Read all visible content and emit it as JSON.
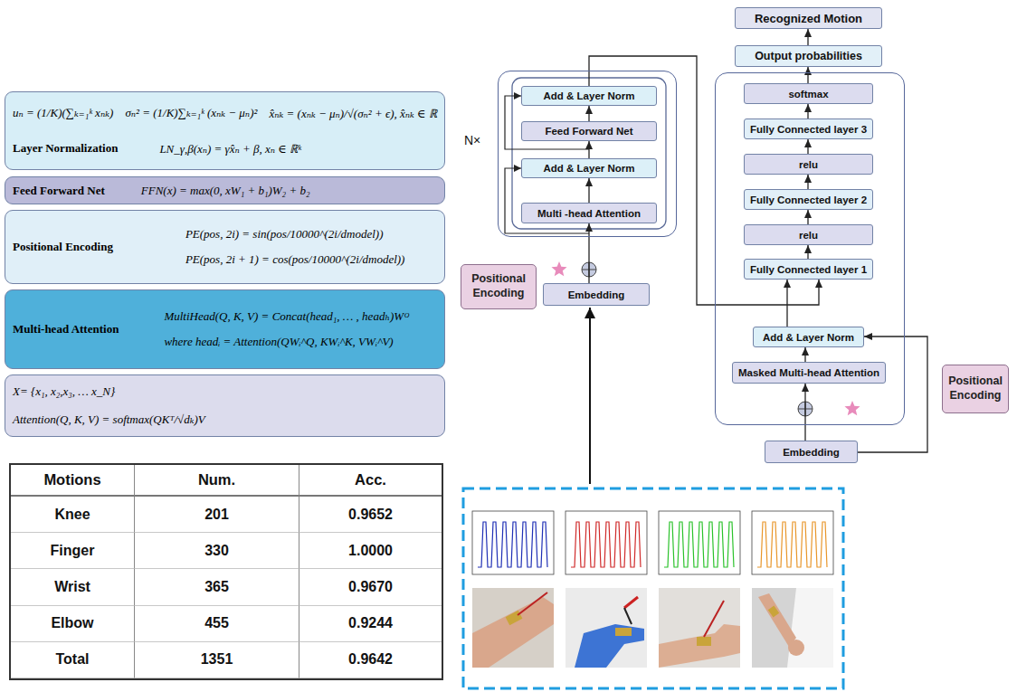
{
  "diagram": {
    "nodes": [
      {
        "text": [
          "uₙ = (1/K)(∑ₖ₌₁ᵏ xₙₖ)",
          "σₙ² = (1/K)∑ₖ₌₁ᵏ (xₙₖ − μₙ)²",
          "x̂ₙₖ = (xₙₖ − μₙ)/√(σₙ² + ϵ), x̂ₙₖ ∈ ℝ",
          "Layer Normalization",
          "LN_γ,β(xₙ) = γx̂ₙ + β, xₙ ∈ ℝᵏ"
        ]
      },
      {
        "text": [
          "Feed Forward Net",
          "FFN(x) = max(0, xW₁ + b₁)W₂ + b₂"
        ]
      },
      {
        "text": [
          "Positional Encoding",
          "PE(pos, 2i) = sin(pos/10000^(2i/dmodel))",
          "PE(pos, 2i + 1) = cos(pos/10000^(2i/dmodel))"
        ]
      },
      {
        "text": [
          "Multi-head Attention",
          "MultiHead(Q, K, V) = Concat(head₁, … , headₕ)Wᴼ",
          "where headᵢ = Attention(QWᵢ^Q, KWᵢ^K, VWᵢ^V)"
        ]
      },
      {
        "text": [
          "X= {x₁, x₂,x₃, … x_N}",
          "Attention(Q, K, V) = softmax(QKᵀ/√dₖ)V"
        ]
      },
      {
        "text": [
          "N×"
        ]
      },
      {
        "text": [
          "Add & Layer Norm"
        ],
        "in": 5
      },
      {
        "text": [
          "Feed Forward Net"
        ],
        "in": 5
      },
      {
        "text": [
          "Add & Layer Norm"
        ],
        "in": 5
      },
      {
        "text": [
          "Multi -head Attention"
        ],
        "in": 5
      },
      {
        "text": [
          "Positional Encoding"
        ]
      },
      {
        "text": [
          "Embedding"
        ]
      },
      {
        "text": [
          "Recognized Motion"
        ]
      },
      {
        "text": [
          "Output probabilities"
        ]
      },
      {
        "text": []
      },
      {
        "text": [
          "softmax"
        ],
        "in": 14
      },
      {
        "text": [
          "Fully Connected layer 3"
        ],
        "in": 14
      },
      {
        "text": [
          "relu"
        ],
        "in": 14
      },
      {
        "text": [
          "Fully Connected layer 2"
        ],
        "in": 14
      },
      {
        "text": [
          "relu"
        ],
        "in": 14
      },
      {
        "text": [
          "Fully Connected layer 1"
        ],
        "in": 14
      },
      {
        "text": [
          "Add & Layer Norm"
        ],
        "in": 14
      },
      {
        "text": [
          "Masked Multi-head Attention"
        ],
        "in": 14
      },
      {
        "text": [
          "Embedding"
        ]
      },
      {
        "text": [
          "Positional Encoding"
        ]
      }
    ],
    "edges": [
      {
        "from": 11,
        "to": 9,
        "arrow": "to"
      },
      {
        "from": 9,
        "to": 8,
        "arrow": "to"
      },
      {
        "from": 8,
        "to": 7,
        "arrow": "to"
      },
      {
        "from": 7,
        "to": 6,
        "arrow": "to"
      },
      {
        "from": 6,
        "to": 20,
        "arrow": "to"
      },
      {
        "from": 23,
        "to": 22,
        "arrow": "to"
      },
      {
        "from": 22,
        "to": 21,
        "arrow": "to"
      },
      {
        "from": 23,
        "to": 21,
        "arrow": "to"
      },
      {
        "from": 21,
        "to": 20,
        "arrow": "to"
      },
      {
        "from": 20,
        "to": 19,
        "arrow": "to"
      },
      {
        "from": 19,
        "to": 18,
        "arrow": "to"
      },
      {
        "from": 18,
        "to": 17,
        "arrow": "to"
      },
      {
        "from": 17,
        "to": 16,
        "arrow": "to"
      },
      {
        "from": 16,
        "to": 15,
        "arrow": "to"
      },
      {
        "from": 15,
        "to": 13,
        "arrow": "to"
      },
      {
        "from": 13,
        "to": 12,
        "arrow": "to"
      }
    ],
    "labels": [
      "Motions",
      "Num.",
      "Acc.",
      "Knee",
      "201",
      "0.9652",
      "Finger",
      "330",
      "1.0000",
      "Wrist",
      "365",
      "0.9670",
      "Elbow",
      "455",
      "0.9244",
      "Total",
      "1351",
      "0.9642"
    ]
  }
}
